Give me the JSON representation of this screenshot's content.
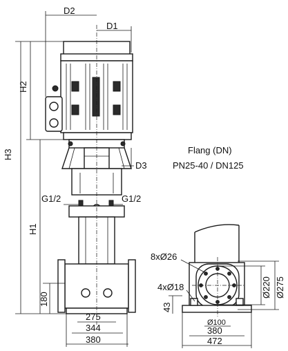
{
  "flange_note": {
    "title": "Flang (DN)",
    "spec": "PN25-40 / DN125"
  },
  "dimensions": {
    "d1": "D1",
    "d2": "D2",
    "d3": "D3",
    "h1": "H1",
    "h2": "H2",
    "h3": "H3",
    "g_left": "G1/2",
    "g_right": "G1/2",
    "base_height": "180",
    "width_275": "275",
    "width_344": "344",
    "width_380_front": "380",
    "hole_8x26": "8xØ26",
    "hole_4x18": "4xØ18",
    "height_43": "43",
    "dia_100": "Ø100",
    "width_380_side": "380",
    "width_472": "472",
    "dia_220": "Ø220",
    "dia_275": "Ø275"
  }
}
